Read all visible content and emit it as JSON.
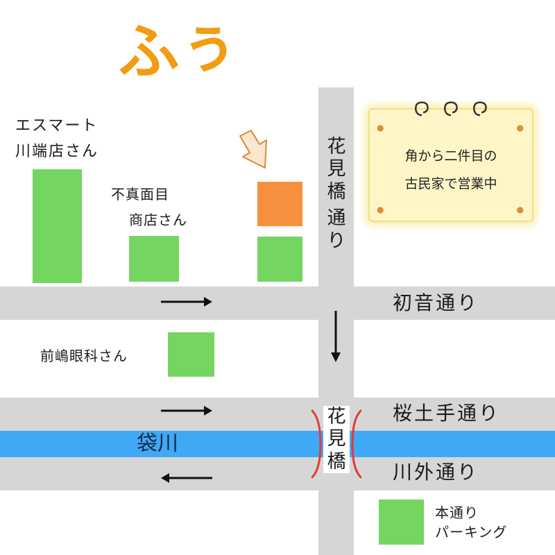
{
  "logo": {
    "text": "ふぅ",
    "color": "#f39c12"
  },
  "shops": {
    "smart": [
      "エスマート",
      "川端店さん"
    ],
    "majime": [
      "不真面目",
      "商店さん"
    ],
    "maejima": "前嶋眼科さん"
  },
  "roads": {
    "hanamibashi_dori": [
      "花",
      "見",
      "橋",
      "通",
      "り"
    ],
    "hatsune_dori": "初音通り",
    "sakuradote_dori": "桜土手通り",
    "kawasoto_dori": "川外通り"
  },
  "river": {
    "label": "袋川",
    "color": "#3fa9f5"
  },
  "bridge": {
    "label": [
      "花",
      "見",
      "橋"
    ],
    "color": "#e53935"
  },
  "note": {
    "line1": "角から二件目の",
    "line2": "古民家で営業中"
  },
  "legend": {
    "line1": "本通り",
    "line2": "パーキング"
  },
  "colors": {
    "parking": "#74d660",
    "shop": "#f7903e",
    "road": "#d6d6d6",
    "note_bg": "#fff6c7"
  },
  "icons": [
    "arrow-right-icon",
    "arrow-left-icon",
    "arrow-down-icon",
    "pointer-arrow-icon",
    "ring-icon",
    "paw-icon"
  ]
}
